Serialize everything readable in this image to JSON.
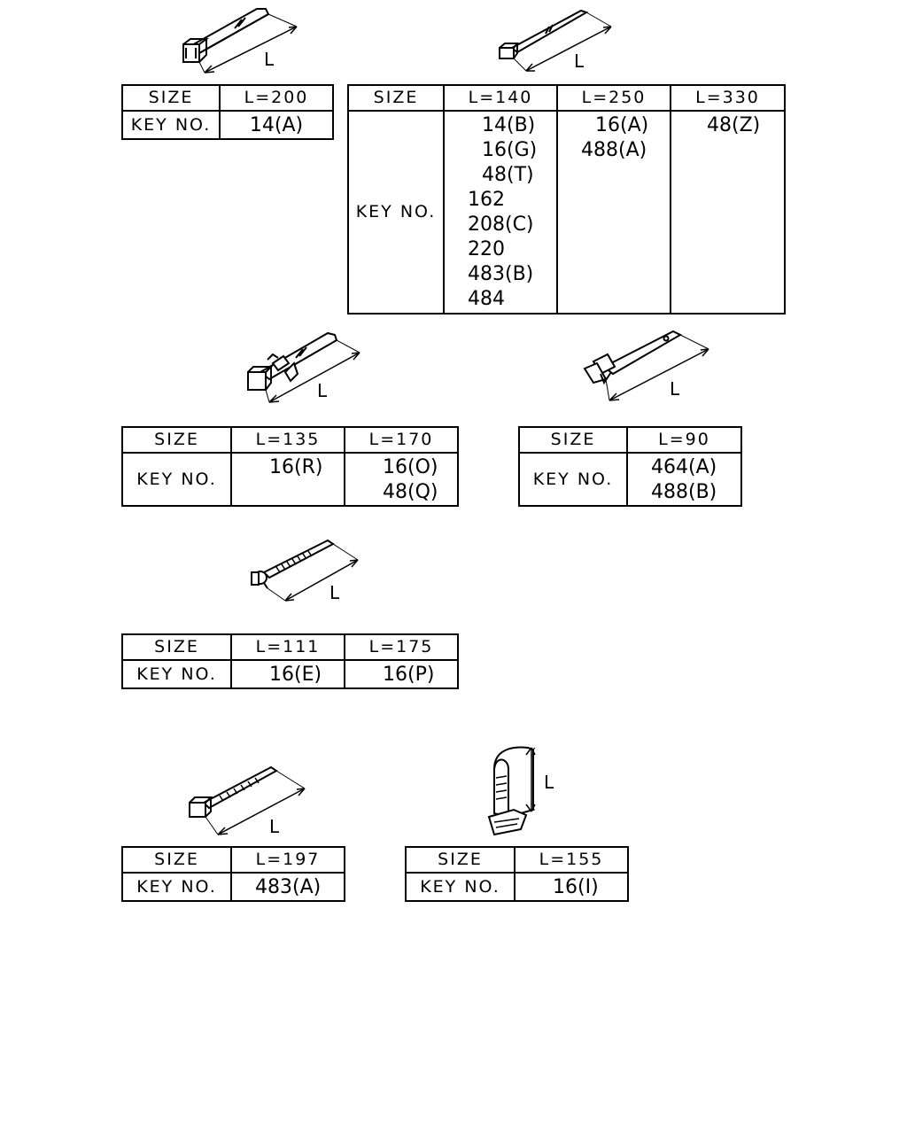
{
  "labels": {
    "size": "SIZE",
    "key_no": "KEY NO.",
    "dim": "L"
  },
  "tables": [
    {
      "sizes": [
        "L=200"
      ],
      "keys": [
        [
          "14(A)"
        ]
      ]
    },
    {
      "sizes": [
        "L=140",
        "L=250",
        "L=330"
      ],
      "keys": [
        [
          "14(B)",
          "16(G)",
          "48(T)",
          "162",
          "208(C)",
          "220",
          "483(B)",
          "484"
        ],
        [
          "16(A)",
          "488(A)"
        ],
        [
          "48(Z)"
        ]
      ]
    },
    {
      "sizes": [
        "L=135",
        "L=170"
      ],
      "keys": [
        [
          "16(R)"
        ],
        [
          "16(O)",
          "48(Q)"
        ]
      ]
    },
    {
      "sizes": [
        "L=90"
      ],
      "keys": [
        [
          "464(A)",
          "488(B)"
        ]
      ]
    },
    {
      "sizes": [
        "L=111",
        "L=175"
      ],
      "keys": [
        [
          "16(E)"
        ],
        [
          "16(P)"
        ]
      ]
    },
    {
      "sizes": [
        "L=197"
      ],
      "keys": [
        [
          "483(A)"
        ]
      ]
    },
    {
      "sizes": [
        "L=155"
      ],
      "keys": [
        [
          "16(I)"
        ]
      ]
    }
  ]
}
